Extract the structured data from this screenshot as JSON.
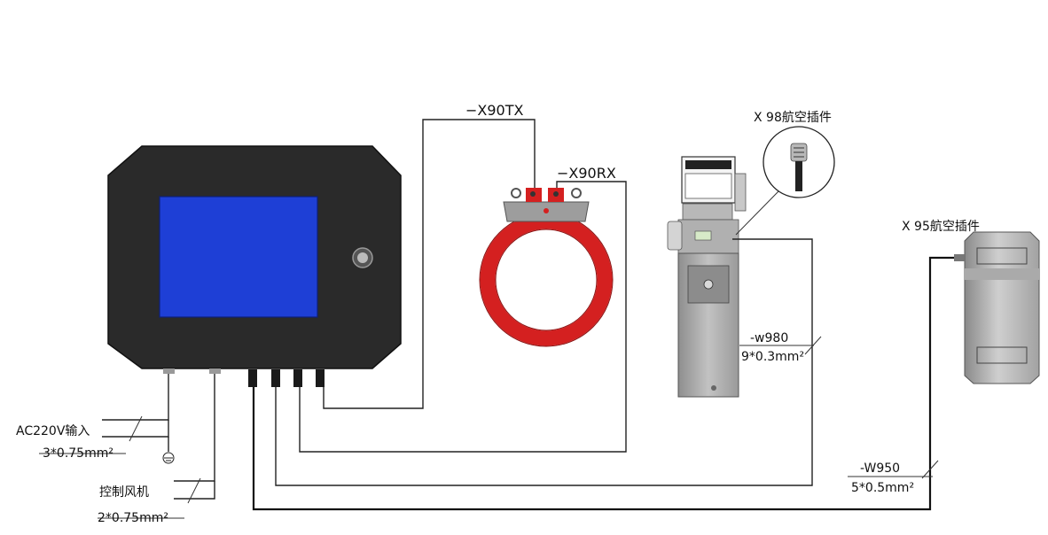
{
  "labels": {
    "x90tx": "−X90TX",
    "x90rx": "−X90RX",
    "x98": "X 98航空插件",
    "x95": "X 95航空插件",
    "w980_name": "-w980",
    "w980_spec": "9*0.3mm²",
    "w950_name": "-W950",
    "w950_spec": "5*0.5mm²",
    "power_in": "AC220V输入",
    "power_spec": "3*0.75mm²",
    "fan": "控制风机",
    "fan_spec": "2*0.75mm²"
  },
  "colors": {
    "cabinet": "#2a2a2a",
    "screen": "#1e3fd6",
    "ring": "#d42020",
    "sensor_body": "#a9a9a9",
    "wire": "#222222"
  },
  "icons": {
    "display_unit": "control-cabinet",
    "ring_sensor": "ring-sensor",
    "analyzer": "analyzer-unit",
    "aviation_plug": "aviation-plug-icon",
    "ground": "ground-icon",
    "fan_unit": "fan-box"
  }
}
